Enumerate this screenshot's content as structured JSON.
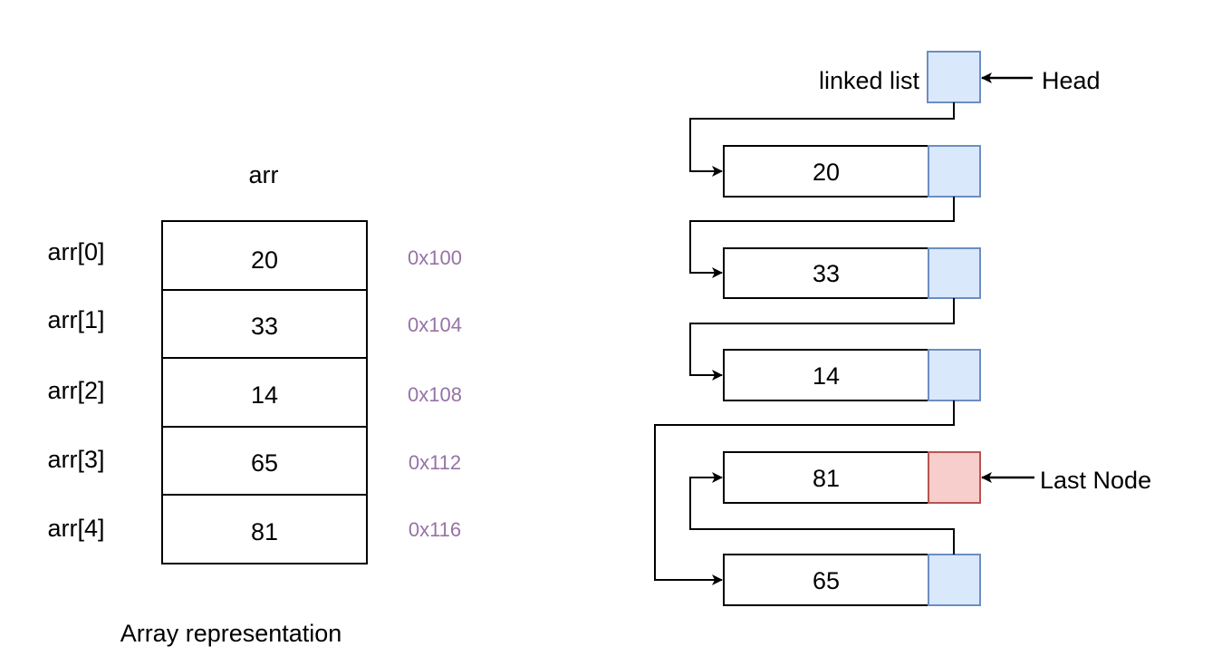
{
  "array": {
    "title": "arr",
    "caption": "Array representation",
    "rows": [
      {
        "index_label": "arr[0]",
        "value": "20",
        "address": "0x100"
      },
      {
        "index_label": "arr[1]",
        "value": "33",
        "address": "0x104"
      },
      {
        "index_label": "arr[2]",
        "value": "14",
        "address": "0x108"
      },
      {
        "index_label": "arr[3]",
        "value": "65",
        "address": "0x112"
      },
      {
        "index_label": "arr[4]",
        "value": "81",
        "address": "0x116"
      }
    ]
  },
  "linked_list": {
    "title": "linked list",
    "head_label": "Head",
    "last_node_label": "Last Node",
    "nodes": [
      {
        "value": "20"
      },
      {
        "value": "33"
      },
      {
        "value": "14"
      },
      {
        "value": "81"
      },
      {
        "value": "65"
      }
    ]
  },
  "colors": {
    "pointer_fill": "#dae8fc",
    "pointer_stroke": "#6c8ebf",
    "last_pointer_fill": "#f8cecc",
    "last_pointer_stroke": "#b85450",
    "address_text": "#9673a6",
    "line": "#000000"
  }
}
